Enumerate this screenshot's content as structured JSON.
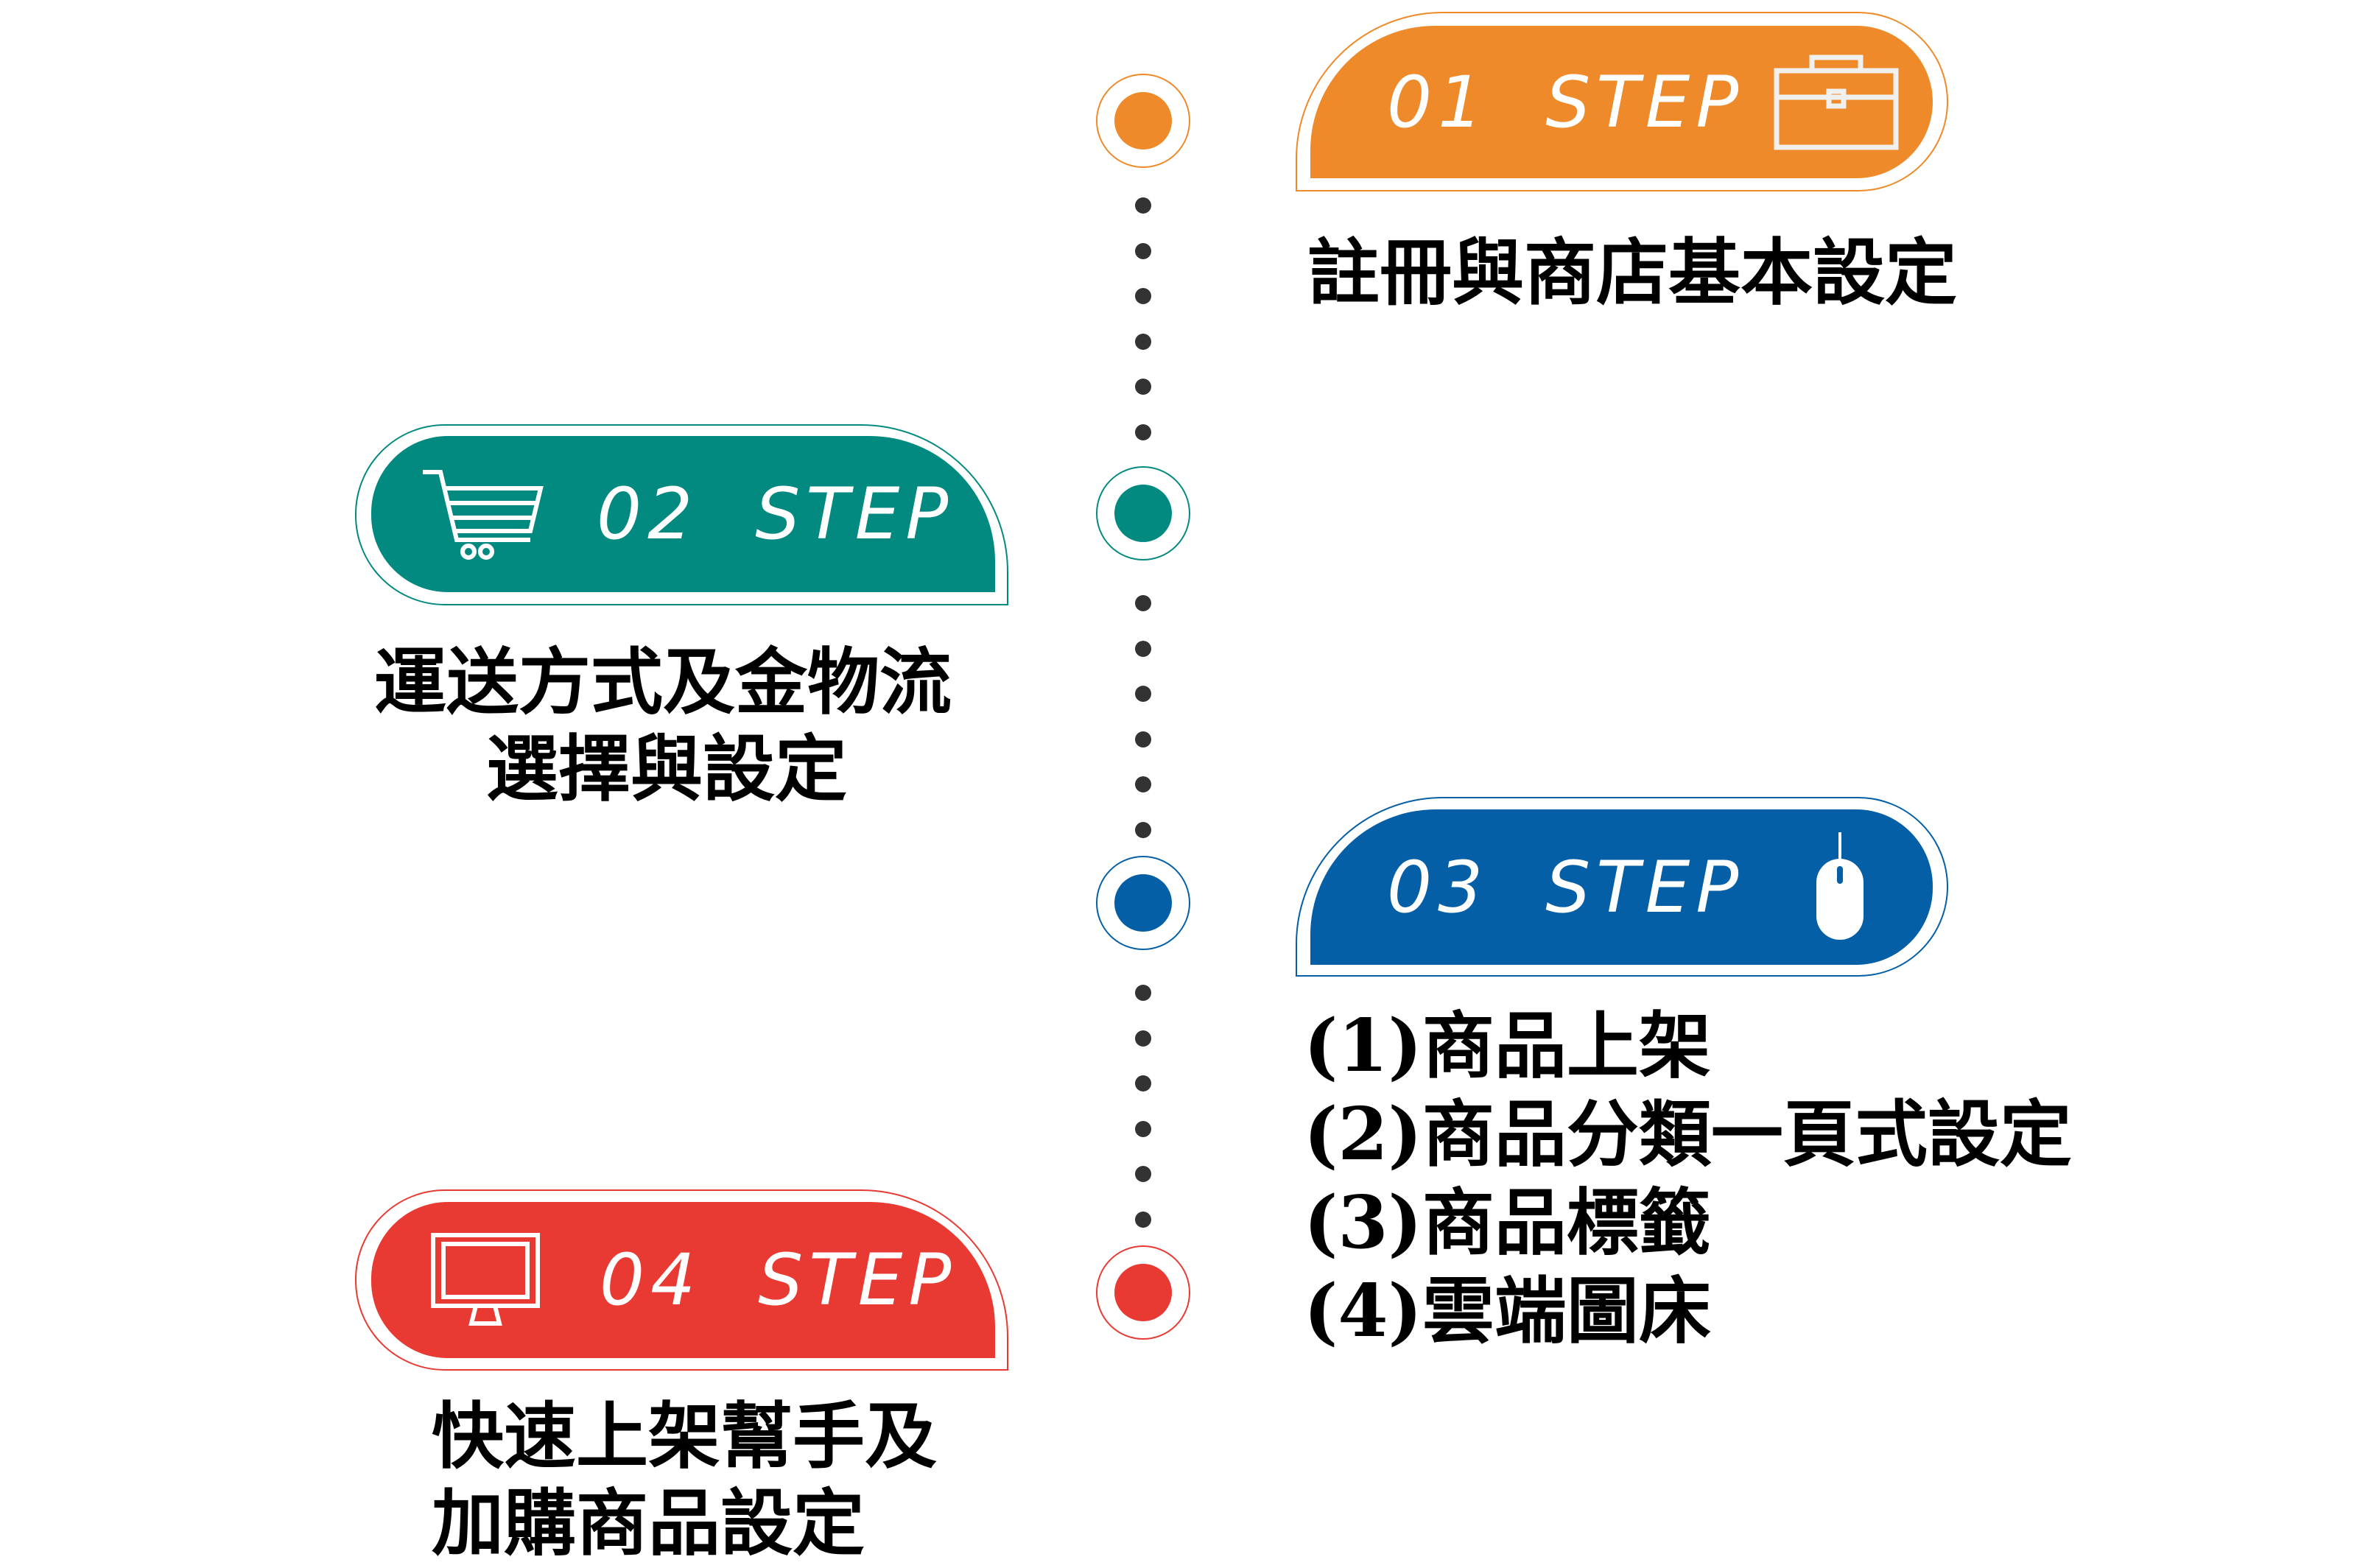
{
  "colors": {
    "step1": "#EE8A2A",
    "step2": "#038A80",
    "step3": "#045FA6",
    "step4": "#E83A33",
    "dots": "#333333"
  },
  "steps": [
    {
      "label": "01  STEP",
      "icon": "briefcase-icon",
      "caption": [
        "註冊與商店基本設定"
      ]
    },
    {
      "label": "02  STEP",
      "icon": "shopping-cart-icon",
      "caption": [
        "運送方式及金物流",
        "選擇與設定"
      ]
    },
    {
      "label": "03  STEP",
      "icon": "mouse-icon",
      "caption": [
        "(1)商品上架",
        "(2)商品分類一頁式設定",
        "(3)商品標籤",
        "(4)雲端圖床"
      ]
    },
    {
      "label": "04  STEP",
      "icon": "monitor-icon",
      "caption": [
        "快速上架幫手及",
        "加購商品設定"
      ]
    }
  ]
}
